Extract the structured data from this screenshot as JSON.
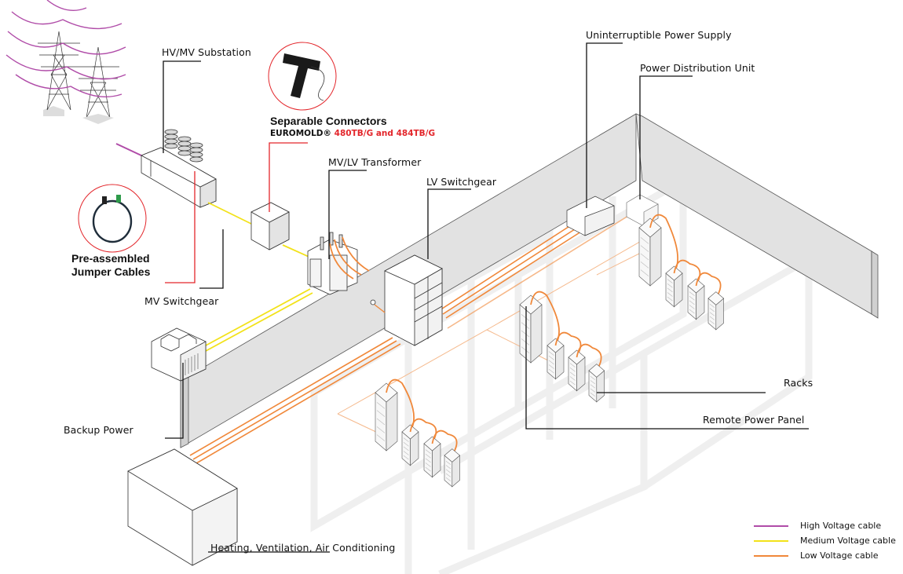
{
  "diagram": {
    "title": "Data center power distribution",
    "labels": {
      "hv_mv_substation": "HV/MV Substation",
      "separable_connectors_title": "Separable Connectors",
      "separable_connectors_brand": "EUROMOLD®",
      "separable_connectors_models": "480TB/G and 484TB/G",
      "mv_lv_transformer": "MV/LV Transformer",
      "lv_switchgear": "LV Switchgear",
      "ups": "Uninterruptible Power Supply",
      "pdu": "Power Distribution Unit",
      "jumper_cables_line1": "Pre-assembled",
      "jumper_cables_line2": "Jumper Cables",
      "mv_switchgear": "MV Switchgear",
      "backup_power": "Backup Power",
      "racks": "Racks",
      "remote_power_panel": "Remote Power Panel",
      "hvac": "Heating, Ventilation, Air Conditioning"
    },
    "legend": [
      {
        "label": "High Voltage cable",
        "color": "#b04ca8"
      },
      {
        "label": "Medium Voltage cable",
        "color": "#f2e21a"
      },
      {
        "label": "Low Voltage cable",
        "color": "#f0883a"
      }
    ],
    "colors": {
      "high_voltage": "#b04ca8",
      "medium_voltage": "#f2e21a",
      "low_voltage": "#f0883a",
      "accent_red": "#e3262b",
      "wall": "#e2e2e2",
      "leader": "#111111"
    }
  }
}
